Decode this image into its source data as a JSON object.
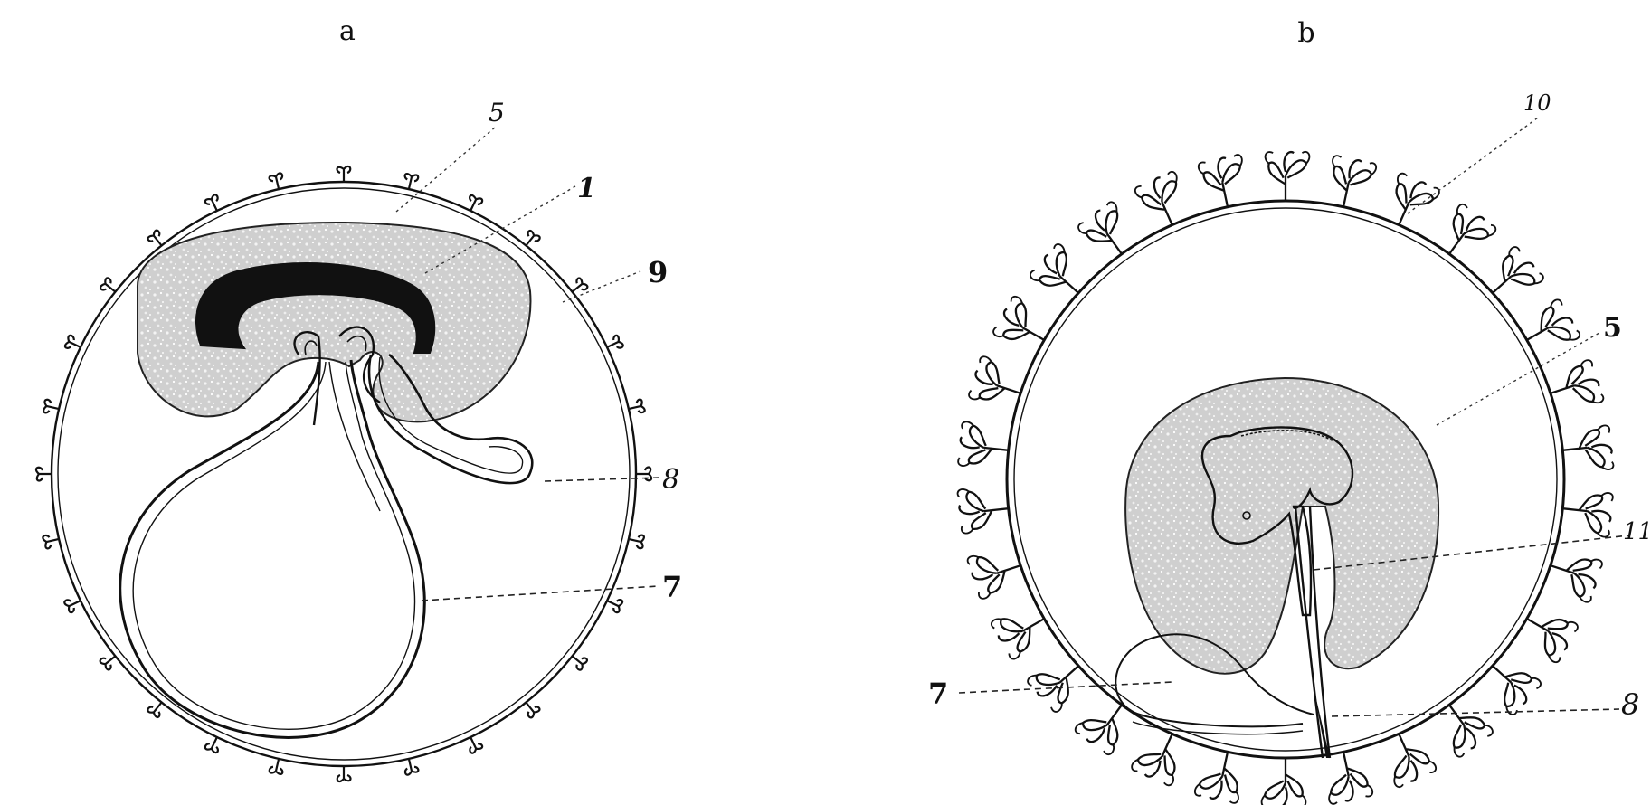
{
  "panels": [
    {
      "id": "a",
      "letter": "a",
      "labels": {
        "l5": "5",
        "l1": "1",
        "l9": "9",
        "l8": "8",
        "l7": "7"
      }
    },
    {
      "id": "b",
      "letter": "b",
      "labels": {
        "l10": "10",
        "l5": "5",
        "l11": "11",
        "l7": "7",
        "l8": "8"
      }
    }
  ],
  "colors": {
    "ink": "#111111",
    "stipple": "#d0d0d0",
    "background": "#ffffff"
  }
}
